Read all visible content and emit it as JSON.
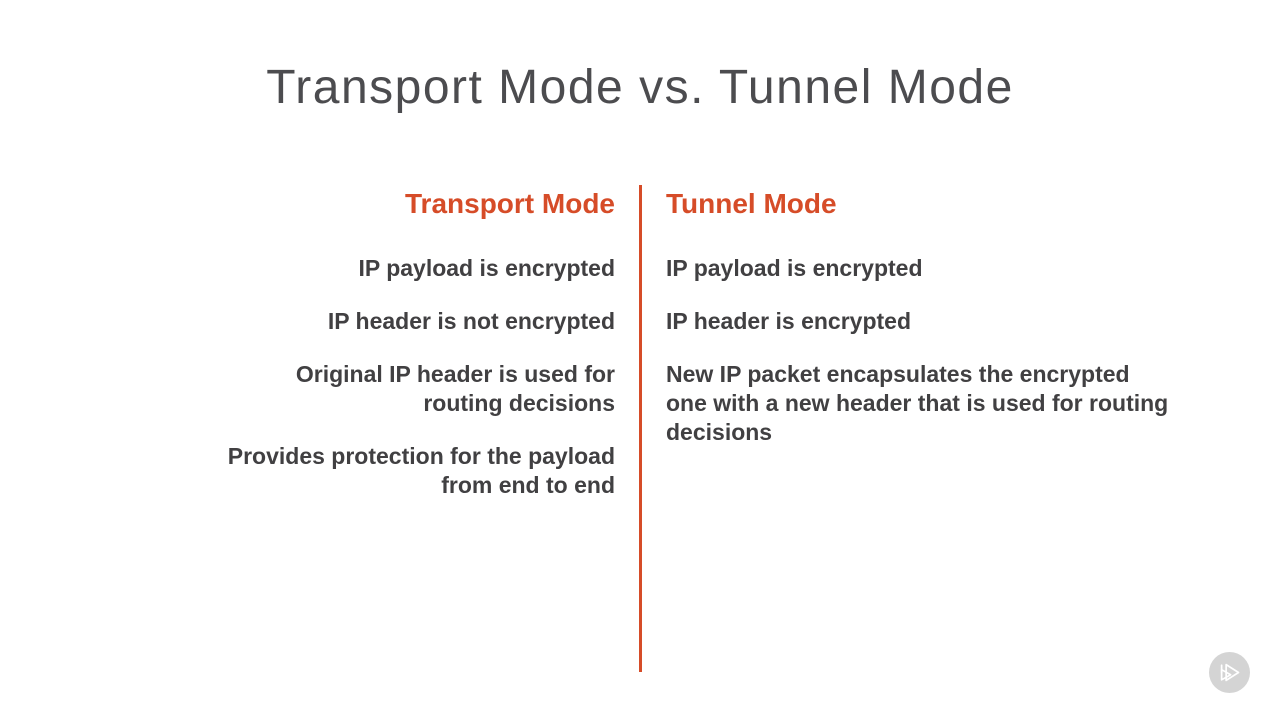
{
  "slide": {
    "title": "Transport Mode vs. Tunnel Mode",
    "columns": [
      {
        "header": "Transport Mode",
        "items": [
          "IP payload is encrypted",
          "IP header is not encrypted",
          "Original IP header is used for routing decisions",
          "Provides protection for the payload from end to end"
        ]
      },
      {
        "header": "Tunnel Mode",
        "items": [
          "IP payload is encrypted",
          "IP header is encrypted",
          "New IP packet encapsulates the encrypted one with a new header that is used for routing decisions"
        ]
      }
    ]
  },
  "icons": {
    "player_badge": "pluralsight-play-icon"
  },
  "colors": {
    "accent": "#d64c28",
    "title_text": "#4c4c4f",
    "body_text": "#414042",
    "badge_background": "#d4d4d4",
    "badge_glyph": "#ffffff",
    "background": "#ffffff"
  }
}
